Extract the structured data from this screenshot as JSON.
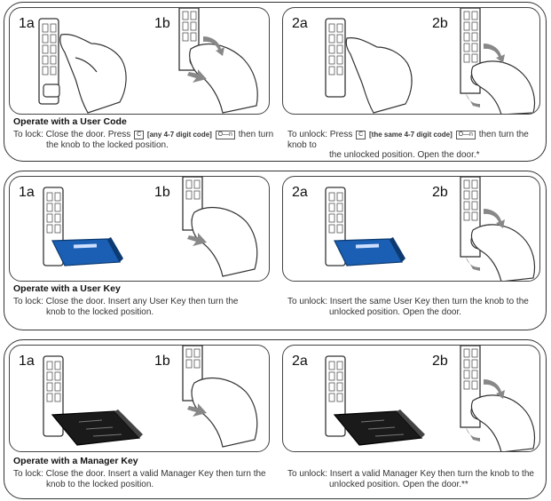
{
  "steps": {
    "s1a": "1a",
    "s1b": "1b",
    "s2a": "2a",
    "s2b": "2b"
  },
  "sections": [
    {
      "title": "Operate with a User Code",
      "lock": {
        "prefix": "To lock: Close the door. Press",
        "key_c": "C",
        "code": "[any 4-7 digit code]",
        "key_icon": "O—n",
        "suffix": "then turn",
        "line2": "the knob to the locked position."
      },
      "unlock": {
        "prefix": "To unlock: Press",
        "key_c": "C",
        "code": "[the same 4-7 digit code]",
        "key_icon": "O—n",
        "suffix": "then turn the knob to",
        "line2": "the unlocked position. Open the door.*"
      }
    },
    {
      "title": "Operate with a User Key",
      "lock": {
        "line1": "To lock: Close the door. Insert any User Key then turn the",
        "line2": "knob to the locked position."
      },
      "unlock": {
        "line1": "To unlock: Insert the same User Key then turn the knob to the",
        "line2": "unlocked position. Open the door."
      }
    },
    {
      "title": "Operate with a Manager Key",
      "lock": {
        "line1": "To lock: Close the door. Insert a valid Manager Key then turn the",
        "line2": "knob to the locked position."
      },
      "unlock": {
        "line1": "To unlock: Insert a valid Manager Key then turn the knob to the",
        "line2": "unlocked position. Open the door.**"
      }
    }
  ],
  "colors": {
    "user_key": "#1a5fb4",
    "manager_key": "#1a1a1a",
    "arrow": "#888888",
    "border": "#333333"
  },
  "icons": [
    "keypad-icon",
    "finger-hand-icon",
    "knob-turn-hand-icon",
    "rotate-arrow-icon",
    "user-key-icon",
    "manager-key-icon"
  ]
}
